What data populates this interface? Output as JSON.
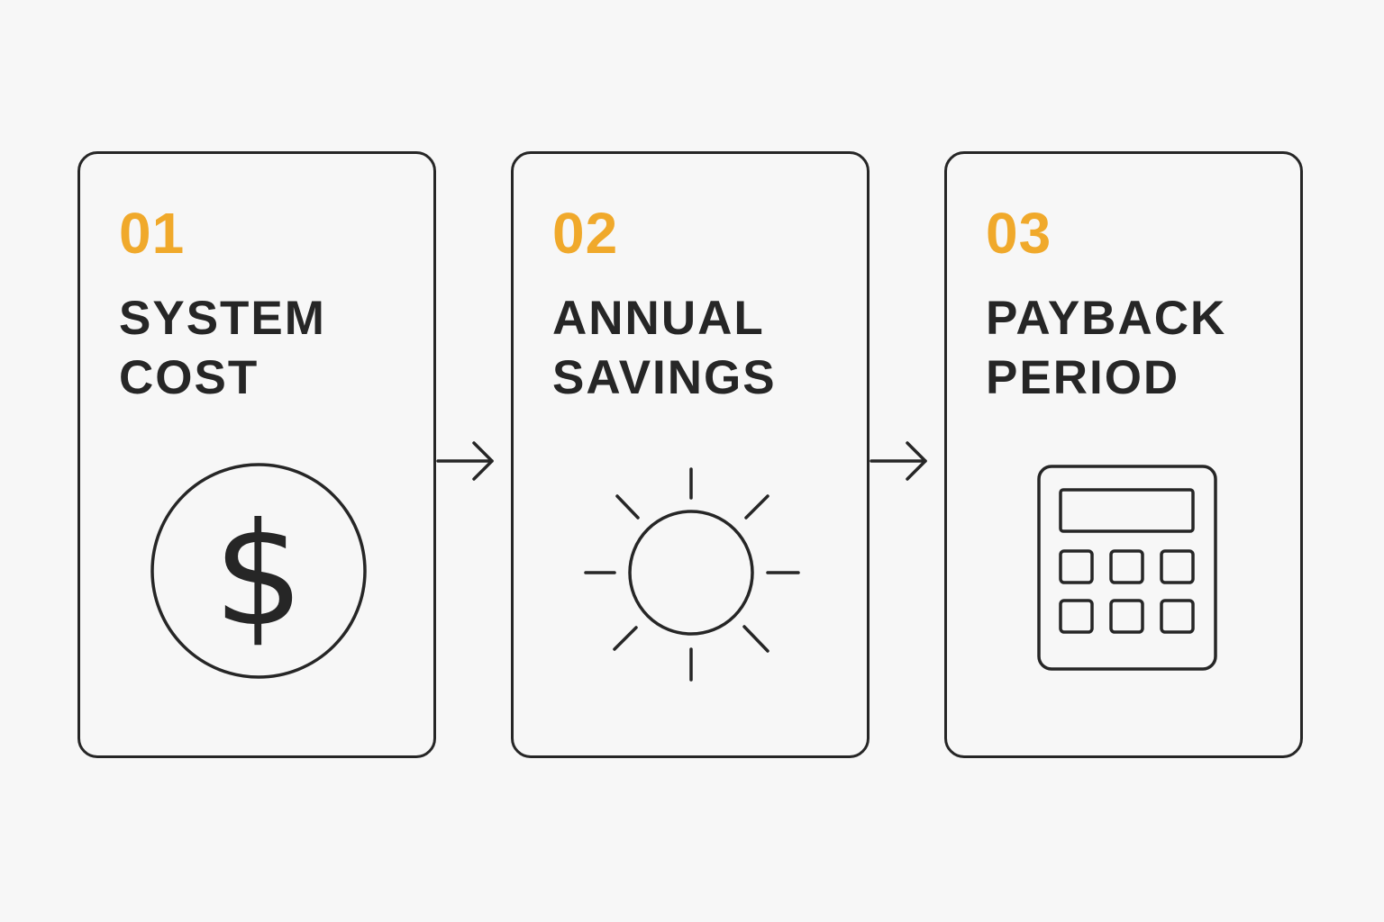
{
  "colors": {
    "accent": "#f0a92b",
    "stroke": "#262626",
    "background": "#f7f7f7"
  },
  "steps": [
    {
      "number": "01",
      "title_lines": [
        "SYSTEM",
        "COST"
      ],
      "icon": "dollar-circle-icon"
    },
    {
      "number": "02",
      "title_lines": [
        "ANNUAL",
        "SAVINGS"
      ],
      "icon": "sun-icon"
    },
    {
      "number": "03",
      "title_lines": [
        "PAYBACK",
        "PERIOD"
      ],
      "icon": "calculator-icon"
    }
  ],
  "connectors": [
    "arrow-right-icon",
    "arrow-right-icon"
  ]
}
